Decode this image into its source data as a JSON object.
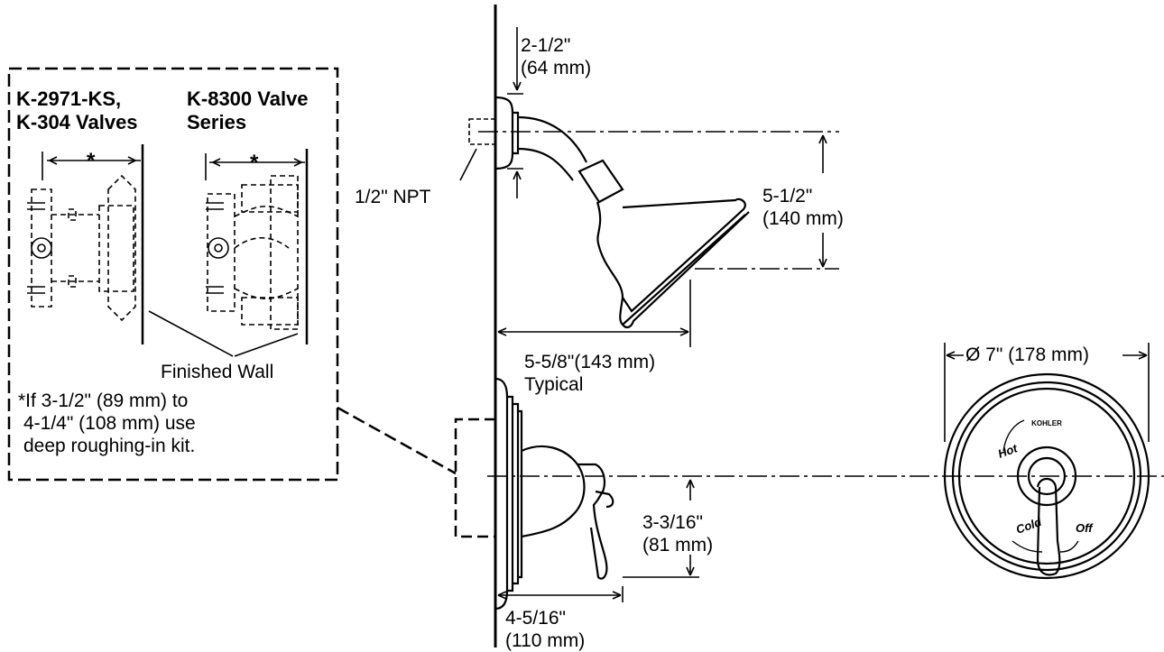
{
  "inset": {
    "valve_a": [
      "K-2971-KS,",
      "K-304 Valves"
    ],
    "valve_b": [
      "K-8300 Valve",
      "Series"
    ],
    "asterisk_a": "*",
    "asterisk_b": "*",
    "finished_wall": "Finished Wall",
    "note": [
      "*If 3-1/2\" (89 mm) to",
      "4-1/4\" (108 mm) use",
      "deep roughing-in kit."
    ]
  },
  "dimensions": {
    "arm_offset": [
      "2-1/2\"",
      "(64 mm)"
    ],
    "npt": "1/2\" NPT",
    "head_drop": [
      "5-1/2\"",
      "(140 mm)"
    ],
    "head_reach": [
      "5-5/8\"(143 mm)",
      "Typical"
    ],
    "handle_drop": [
      "3-3/16\"",
      "(81 mm)"
    ],
    "handle_reach": [
      "4-5/16\"",
      "(110 mm)"
    ],
    "plate_diameter": "Ø 7\" (178 mm)"
  },
  "faceplate": {
    "brand": "KOHLER",
    "hot": "Hot",
    "cold": "Cold",
    "off": "Off"
  }
}
